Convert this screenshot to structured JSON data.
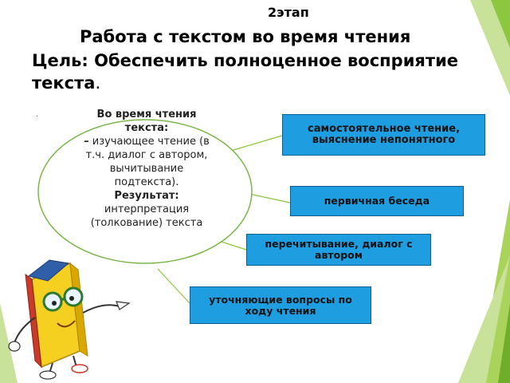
{
  "slide": {
    "stage": "2этап",
    "title": "Работа с текстом во время чтения",
    "goal": "Цель: Обеспечить полноценное восприятие текста",
    "goal_end": ".",
    "small_mark": "."
  },
  "ellipse": {
    "heading": "Во время чтения текста:",
    "dash": "–",
    "body": "изучающее чтение (в т.ч. диалог с автором, вычитывание подтекста).",
    "result_label": "Результат:",
    "result_body": "интерпретация (толкование) текста"
  },
  "steps": [
    {
      "label": "самостоятельное чтение, выяснение непонятного"
    },
    {
      "label": "первичная беседа"
    },
    {
      "label": "перечитывание, диалог с автором"
    },
    {
      "label": "уточняющие вопросы по ходу чтения"
    }
  ],
  "colors": {
    "accent_green": "#8dc63f",
    "box_blue": "#1e9ee0",
    "ellipse_stroke": "#7ab648",
    "book_yellow": "#f5d020"
  },
  "icons": [
    "book-character-icon"
  ]
}
